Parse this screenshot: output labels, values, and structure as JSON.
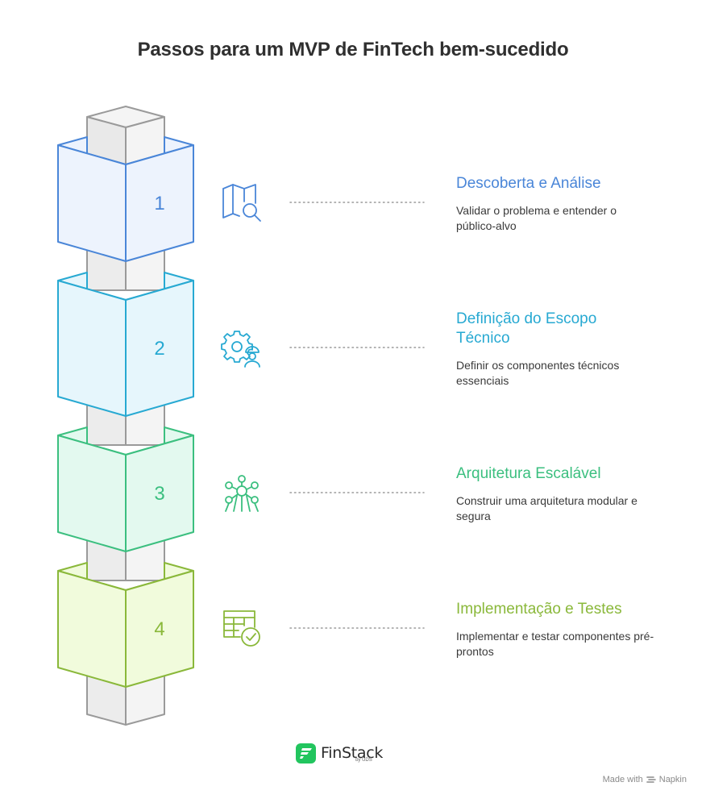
{
  "title": "Passos para um MVP de FinTech bem-sucedido",
  "steps": [
    {
      "number": "1",
      "title": "Descoberta e Análise",
      "description": "Validar o problema e entender o público-alvo",
      "color": "#4a86d8",
      "fill": "#edf3fd",
      "icon": "map-search-icon"
    },
    {
      "number": "2",
      "title": "Definição do Escopo Técnico",
      "description": "Definir os componentes técnicos essenciais",
      "color": "#27a9d2",
      "fill": "#e6f6fc",
      "icon": "gear-worker-icon"
    },
    {
      "number": "3",
      "title": "Arquitetura Escalável",
      "description": "Construir uma arquitetura modular e segura",
      "color": "#3bbf7f",
      "fill": "#e3f9ef",
      "icon": "network-icon"
    },
    {
      "number": "4",
      "title": "Implementação e Testes",
      "description": "Implementar e testar componentes pré-prontos",
      "color": "#8ab83a",
      "fill": "#f1fbdc",
      "icon": "table-check-icon"
    }
  ],
  "brand": {
    "name": "FinStack",
    "sub": "by UDS"
  },
  "footer": {
    "made_with": "Made with",
    "napkin": "Napkin"
  }
}
